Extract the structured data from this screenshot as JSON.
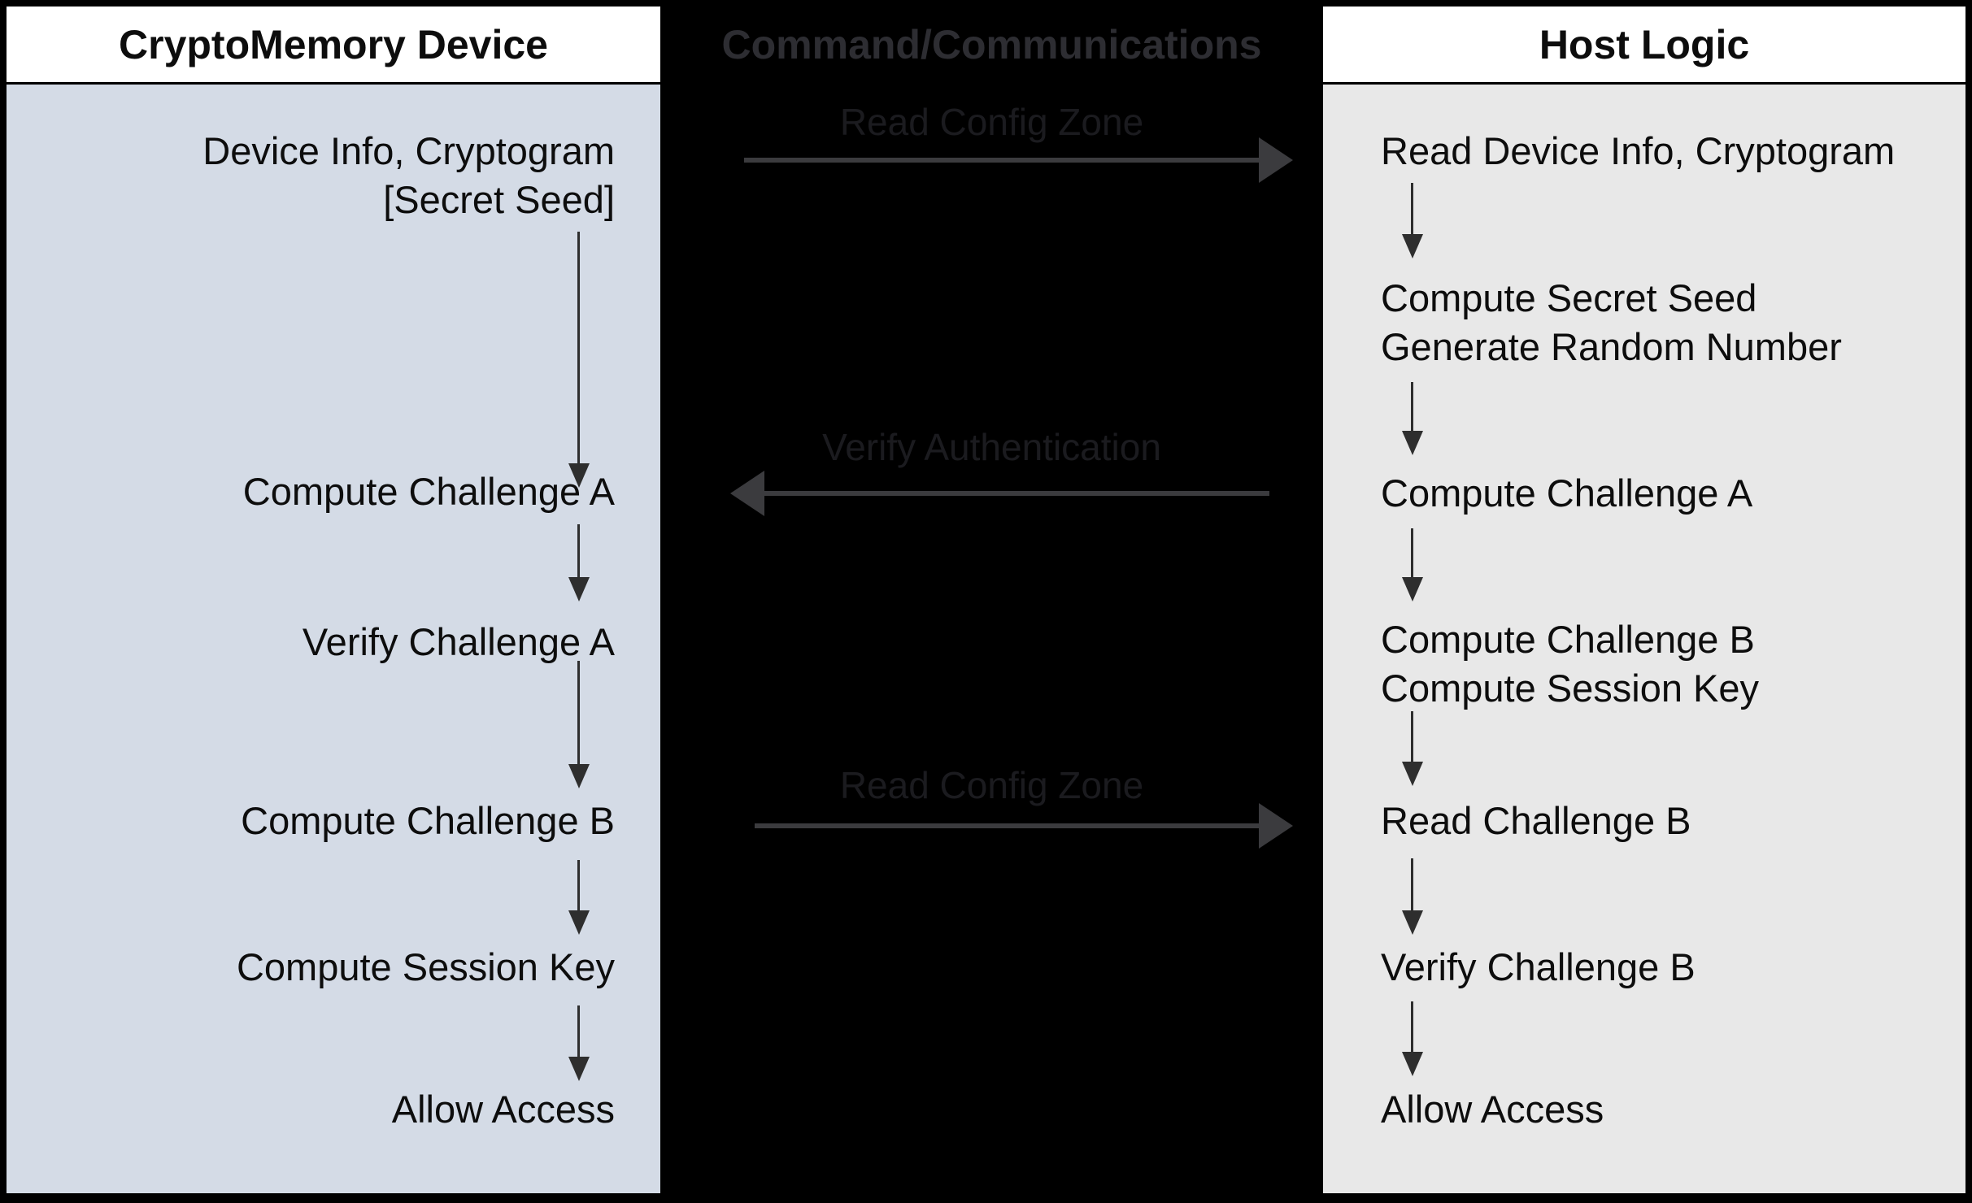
{
  "diagram": {
    "left_column": {
      "header": "CryptoMemory Device",
      "steps": [
        "Device Info, Cryptogram\n[Secret Seed]",
        "Compute Challenge A",
        "Verify Challenge A",
        "Compute Challenge B",
        "Compute Session Key",
        "Allow Access"
      ]
    },
    "middle_column": {
      "header": "Command/Communications",
      "messages": [
        {
          "label": "Read Config Zone",
          "direction": "right"
        },
        {
          "label": "Verify Authentication",
          "direction": "left"
        },
        {
          "label": "Read Config Zone",
          "direction": "right"
        }
      ]
    },
    "right_column": {
      "header": "Host Logic",
      "steps": [
        "Read Device Info, Cryptogram",
        "Compute Secret Seed\nGenerate Random Number",
        "Compute Challenge A",
        "Compute Challenge B\nCompute Session Key",
        "Read Challenge B",
        "Verify Challenge B",
        "Allow Access"
      ]
    },
    "colors": {
      "background": "#000000",
      "header_bg": "#ffffff",
      "left_panel_bg": "#d4dbe6",
      "right_panel_bg": "#e8e8e8",
      "step_text": "#0d0d0d",
      "middle_header_text": "#2d2d32",
      "middle_label_text": "#1b1b1f",
      "bus_arrow": "#3b3b3e",
      "flow_arrow": "#2e2e2e"
    }
  }
}
